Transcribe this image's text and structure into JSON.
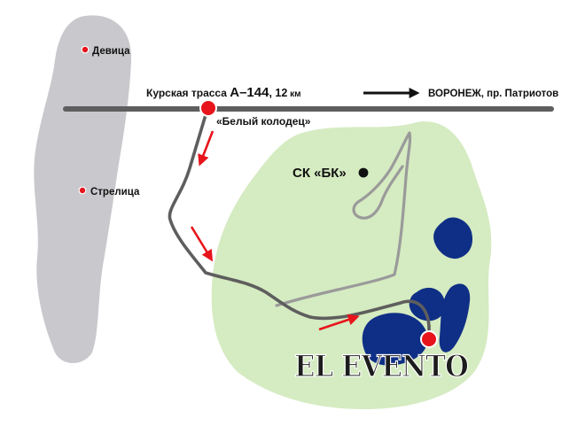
{
  "map": {
    "highway_label_prefix": "Курская трасса ",
    "highway_code": "А–144",
    "highway_km_value": ", 12",
    "highway_km_unit": " км",
    "direction_label": "ВОРОНЕЖ, пр. Патриотов",
    "junction_label": "«Белый колодец»",
    "settlements": [
      "Девица",
      "Стрелица"
    ],
    "sport_complex_label": "СК «БК»",
    "destination_logo": "EL EVENTO"
  },
  "colors": {
    "river": "#c9c8cc",
    "forest": "#d5ebc1",
    "lake": "#0f2f86",
    "road": "#5e5e5e",
    "side_road": "#9a9a9a",
    "marker": "#e8141c",
    "arrow": "#e8141c",
    "logo": "#1c1c1c"
  },
  "icons": [
    "direction-arrow-icon",
    "location-pin-icon",
    "route-arrow-icon",
    "settlement-dot-icon",
    "sport-complex-dot-icon"
  ]
}
